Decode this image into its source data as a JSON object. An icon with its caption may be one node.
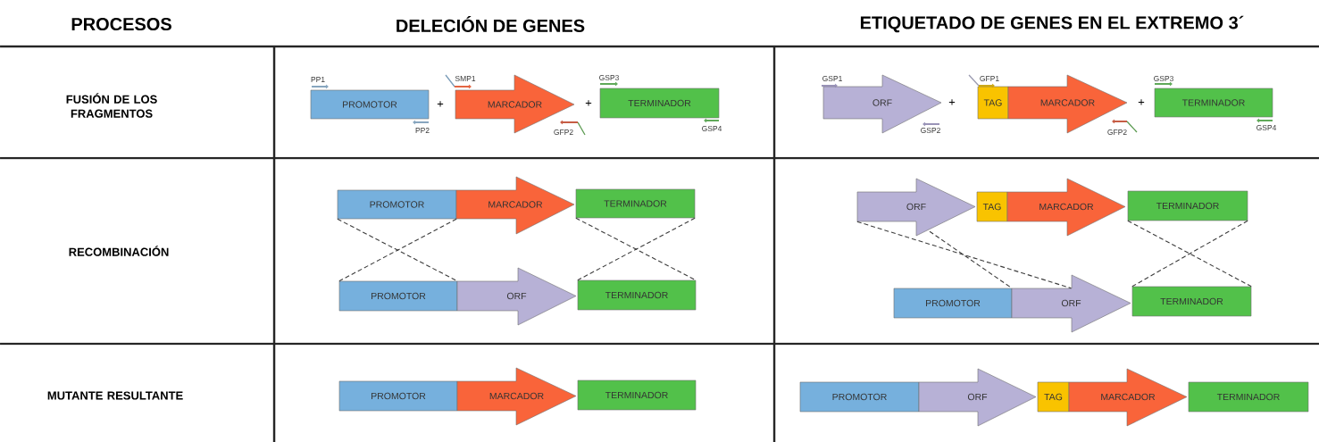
{
  "diagram": {
    "nodes": [
      {
        "text": [
          "PROMOTOR"
        ],
        "beside": [
          "PP1",
          "PP2"
        ]
      },
      {
        "text": [
          "MARCADOR"
        ],
        "beside": [
          "SMP1",
          "GFP2"
        ]
      },
      {
        "text": [
          "TERMINADOR"
        ],
        "beside": [
          "GSP3",
          "GSP4"
        ]
      },
      {
        "text": [
          "ORF"
        ],
        "beside": [
          "GSP1",
          "GSP2"
        ]
      },
      {
        "text": [
          "TAG"
        ],
        "beside": [
          "GFP1"
        ]
      },
      {
        "text": [
          "MARCADOR"
        ],
        "beside": [
          "GFP2"
        ]
      },
      {
        "text": [
          "TERMINADOR"
        ],
        "beside": [
          "GSP3",
          "GSP4"
        ]
      },
      {
        "text": [
          "PROMOTOR"
        ]
      },
      {
        "text": [
          "MARCADOR"
        ]
      },
      {
        "text": [
          "TERMINADOR"
        ]
      },
      {
        "text": [
          "ORF"
        ]
      },
      {
        "text": [
          "TAG"
        ]
      },
      {
        "text": [
          "MARCADOR"
        ]
      },
      {
        "text": [
          "TERMINADOR"
        ]
      },
      {
        "text": [
          "PROMOTOR"
        ]
      },
      {
        "text": [
          "ORF"
        ]
      },
      {
        "text": [
          "TERMINADOR"
        ]
      },
      {
        "text": [
          "PROMOTOR"
        ]
      },
      {
        "text": [
          "ORF"
        ]
      },
      {
        "text": [
          "TERMINADOR"
        ]
      },
      {
        "text": [
          "PROMOTOR"
        ]
      },
      {
        "text": [
          "MARCADOR"
        ]
      },
      {
        "text": [
          "TERMINADOR"
        ]
      },
      {
        "text": [
          "PROMOTOR"
        ]
      },
      {
        "text": [
          "ORF"
        ]
      },
      {
        "text": [
          "TAG"
        ]
      },
      {
        "text": [
          "MARCADOR"
        ]
      },
      {
        "text": [
          "TERMINADOR"
        ]
      }
    ],
    "edges": [
      {
        "from": 7,
        "to": 14,
        "arrow": "none",
        "style": "dashed"
      },
      {
        "from": 7,
        "to": 14,
        "arrow": "none",
        "style": "dashed"
      },
      {
        "from": 9,
        "to": 16,
        "arrow": "none",
        "style": "dashed"
      },
      {
        "from": 9,
        "to": 16,
        "arrow": "none",
        "style": "dashed"
      },
      {
        "from": 10,
        "to": 18,
        "arrow": "none",
        "style": "dashed"
      },
      {
        "from": 10,
        "to": 17,
        "arrow": "none",
        "style": "dashed"
      },
      {
        "from": 13,
        "to": 19,
        "arrow": "none",
        "style": "dashed"
      },
      {
        "from": 13,
        "to": 19,
        "arrow": "none",
        "style": "dashed"
      }
    ],
    "labels": [
      "PROCESOS",
      "DELECIÓN DE GENES",
      "ETIQUETADO DE GENES EN EL EXTREMO 3´",
      "FUSIÓN DE LOS FRAGMENTOS",
      "+",
      "+",
      "+",
      "+",
      "RECOMBINACIÓN",
      "MUTANTE RESULTANTE"
    ]
  }
}
